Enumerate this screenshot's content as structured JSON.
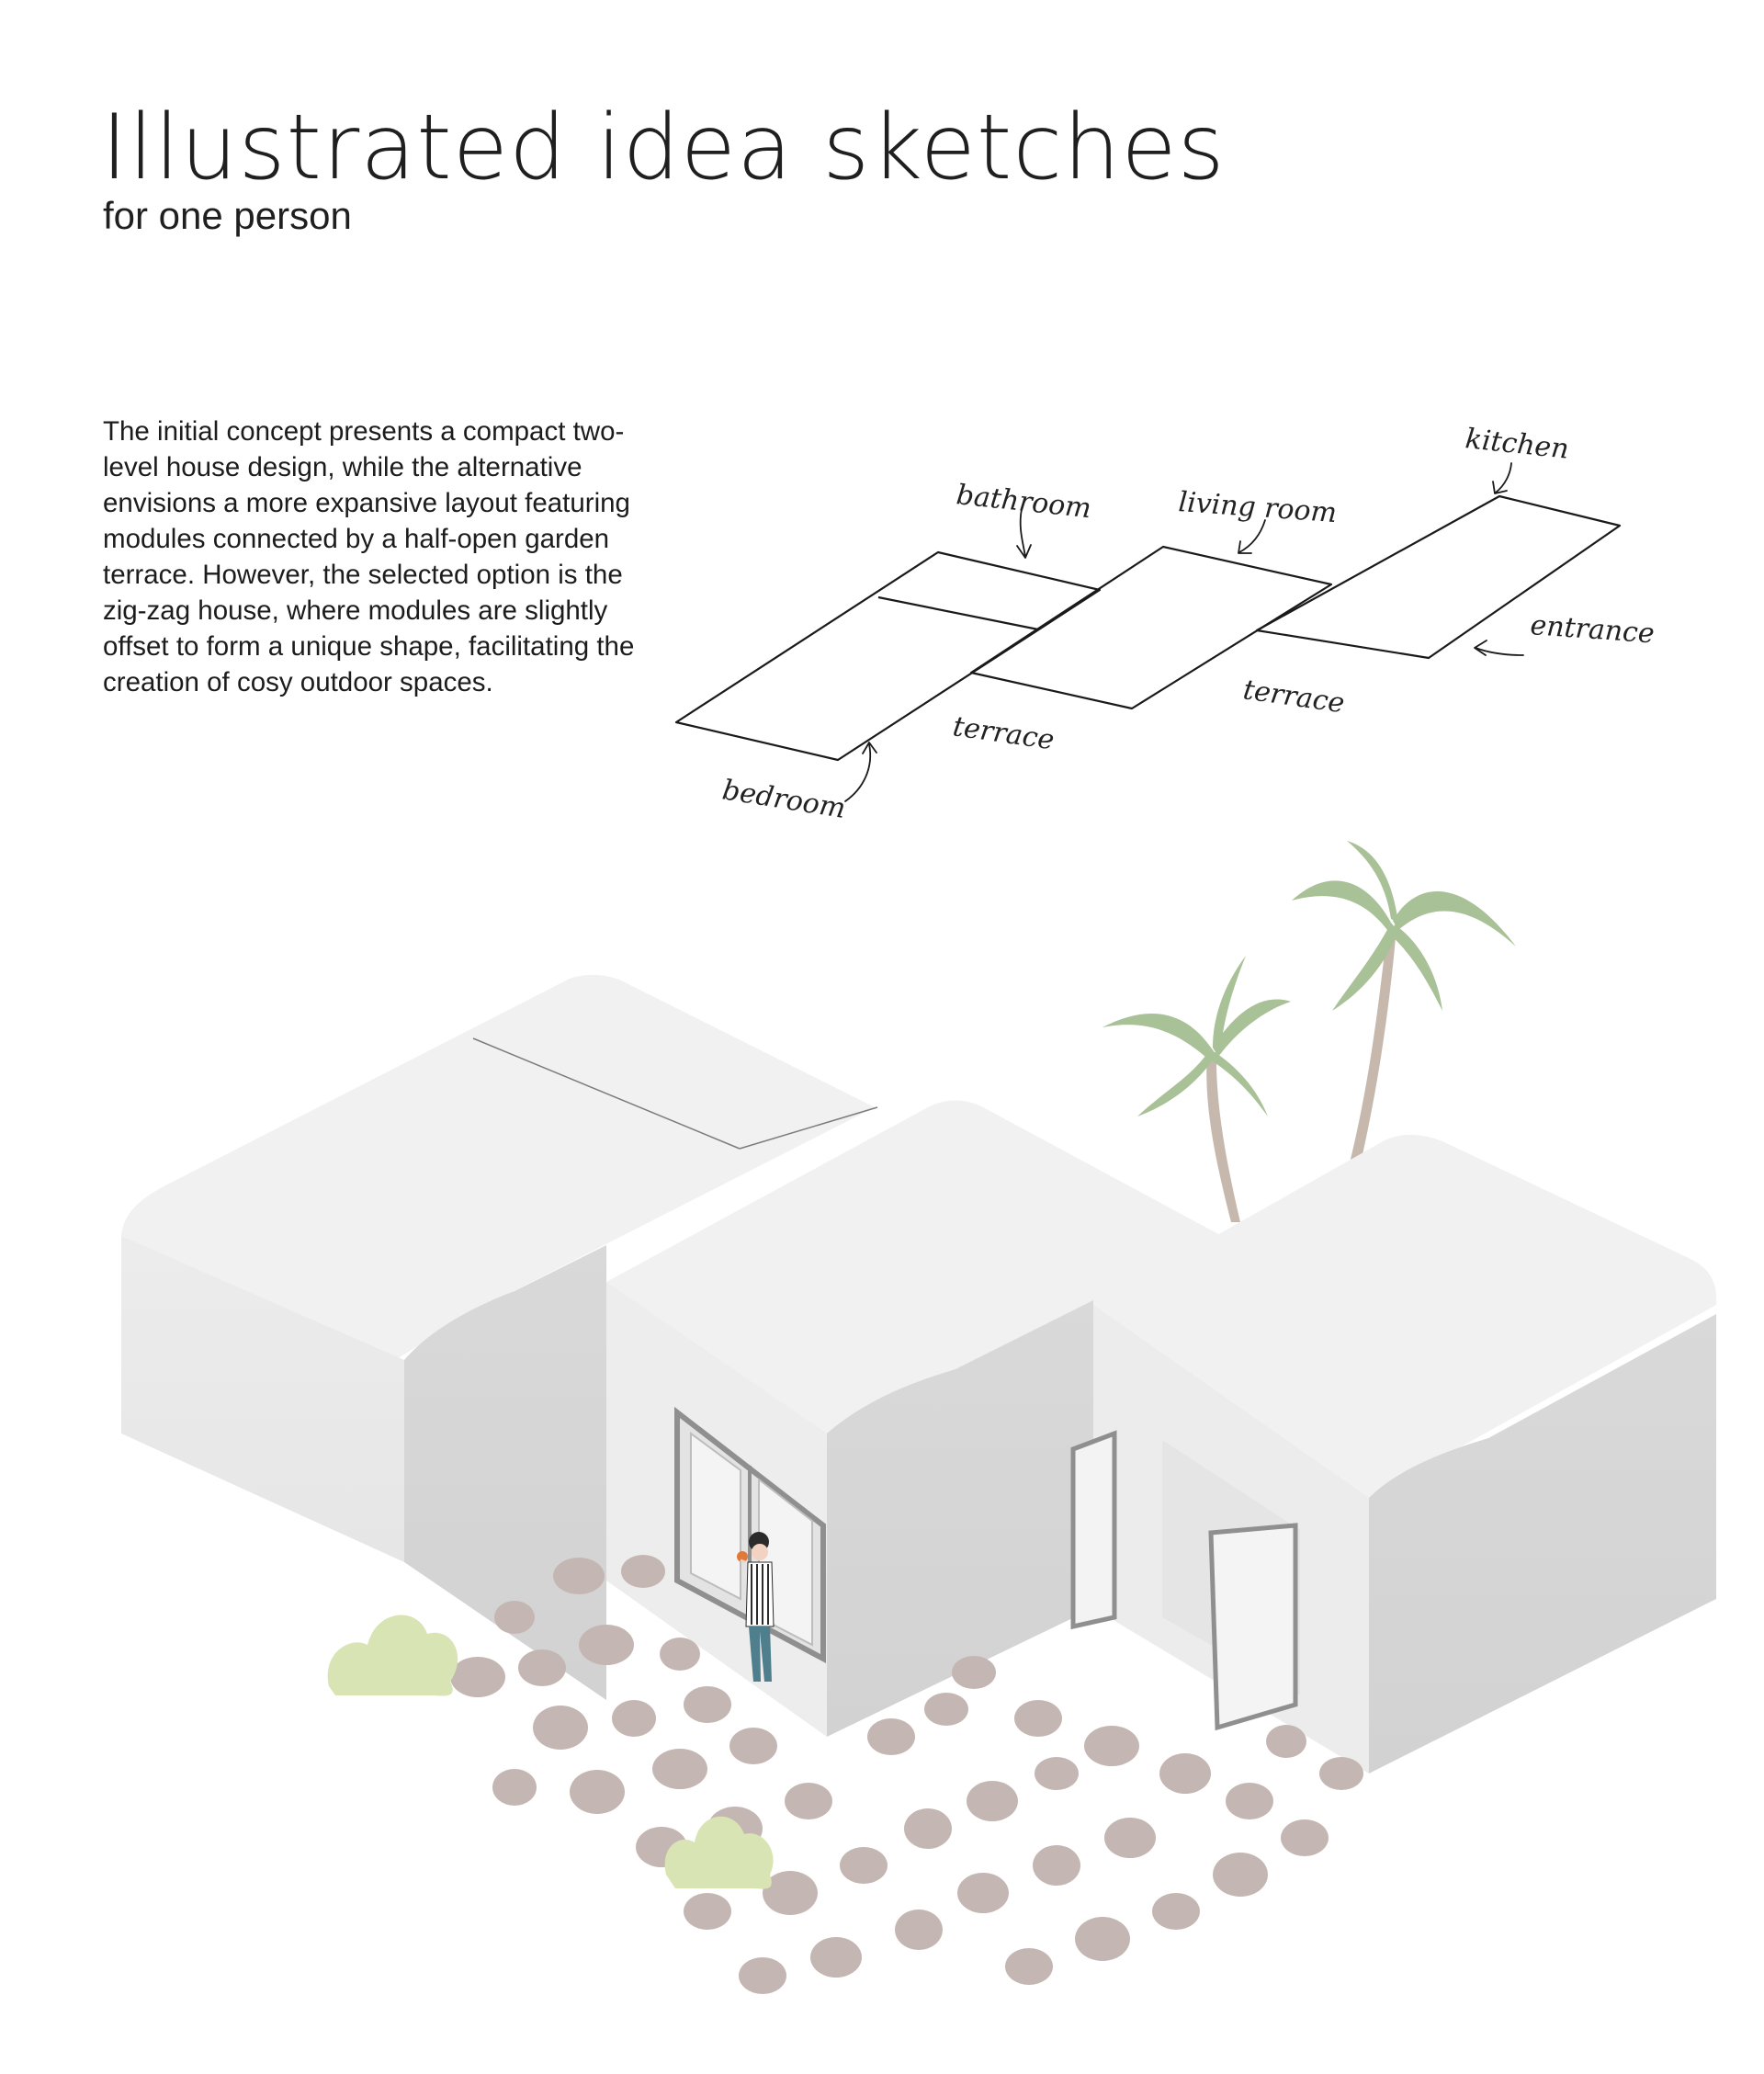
{
  "header": {
    "title": "Illustrated idea sketches",
    "subtitle": "for one person"
  },
  "description": "The initial concept presents a compact two-level house design, while the alternative envisions a more expansive layout featuring modules connected by a half-open garden terrace. However, the selected option is the zig-zag house, where modules are slightly offset to form a unique shape, facilitating the creation of cosy outdoor spaces.",
  "sketch": {
    "labels": {
      "bathroom": "bathroom",
      "living_room": "living room",
      "kitchen": "kitchen",
      "entrance": "entrance",
      "terrace_left": "terrace",
      "terrace_right": "terrace",
      "bedroom": "bedroom"
    }
  },
  "illustration": {
    "colors": {
      "module_top": "#f1f1f1",
      "module_front": "#e9e9e9",
      "module_side": "#d6d6d6",
      "stone": "#c4b7b3",
      "shrub": "#d9e4b5",
      "palm_leaf": "#a9c197",
      "palm_trunk": "#c7b8ad",
      "door_frame": "#8f8f8f"
    }
  }
}
